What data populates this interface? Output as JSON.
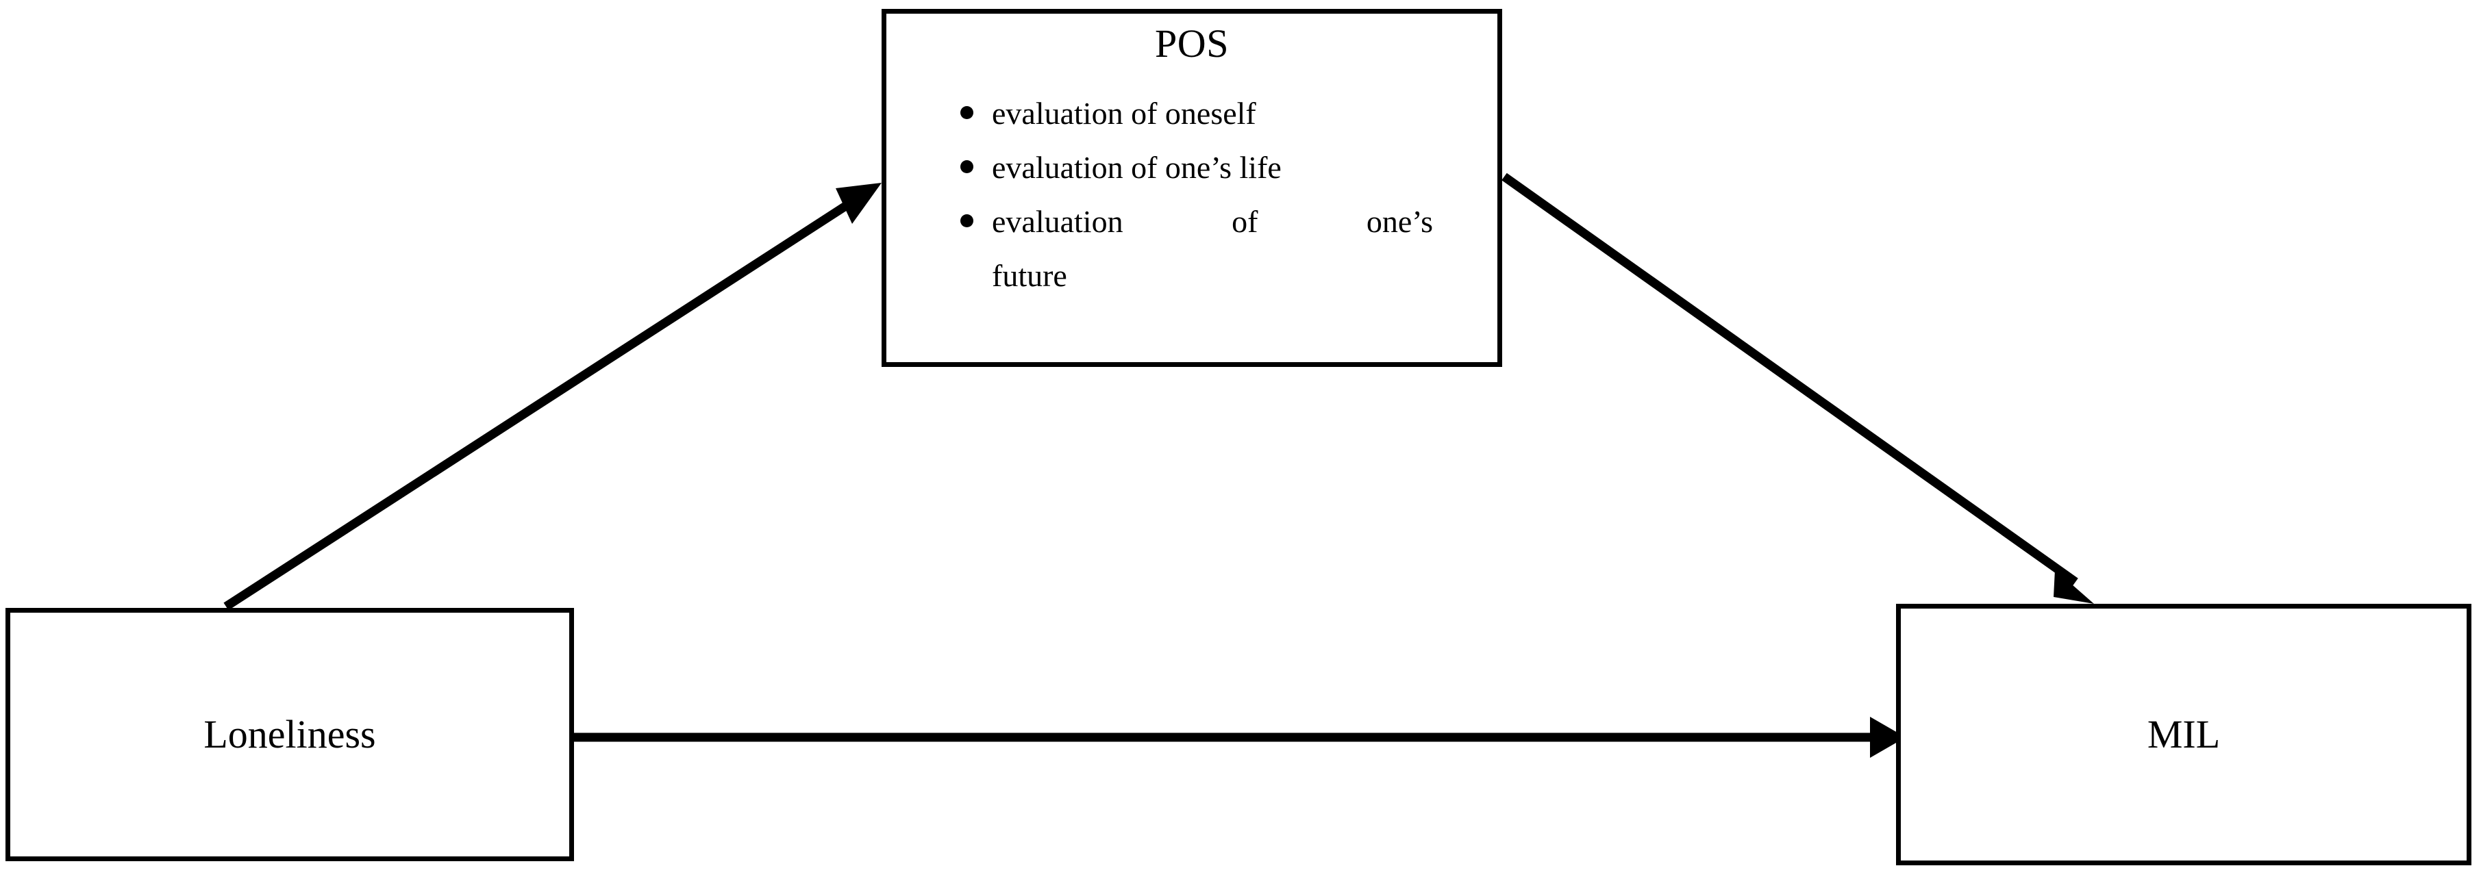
{
  "diagram": {
    "title": "Mediation model diagram",
    "background_color": "#ffffff",
    "line_color": "#000000",
    "nodes": [
      {
        "id": "pos",
        "label": "POS",
        "bullets": [
          "evaluation of oneself",
          "evaluation of one’s life",
          "evaluation of one’s future"
        ],
        "bullet_justified_line_a": "evaluation    of    one’s",
        "bullet_justified_line_b": "future"
      },
      {
        "id": "loneliness",
        "label": "Loneliness"
      },
      {
        "id": "mil",
        "label": "MIL"
      }
    ],
    "edges": [
      {
        "id": "loneliness-to-pos",
        "from": "Loneliness",
        "to": "POS",
        "arrowhead": "solid-triangle"
      },
      {
        "id": "pos-to-mil",
        "from": "POS",
        "to": "MIL",
        "arrowhead": "solid-triangle"
      },
      {
        "id": "loneliness-to-mil",
        "from": "Loneliness",
        "to": "MIL",
        "arrowhead": "solid-triangle"
      }
    ]
  }
}
